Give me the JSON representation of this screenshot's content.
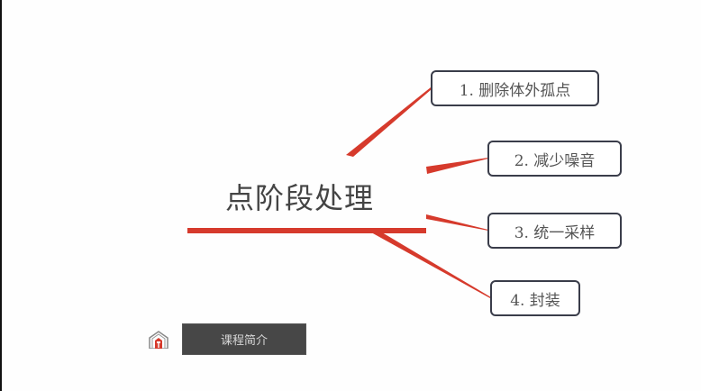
{
  "slide": {
    "title": "点阶段处理",
    "accent_color": "#d63a2c",
    "nodes": [
      {
        "label": "1. 删除体外孤点"
      },
      {
        "label": "2. 减少噪音"
      },
      {
        "label": "3. 统一采样"
      },
      {
        "label": "4. 封装"
      }
    ]
  },
  "footer": {
    "logo_icon": "house-shield-icon",
    "intro_button_label": "课程简介"
  }
}
